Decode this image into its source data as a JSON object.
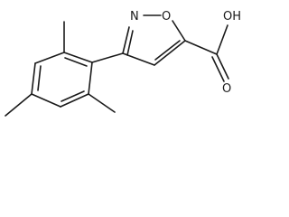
{
  "molecule": {
    "atoms": {
      "ring_n": "N",
      "ring_o": "O",
      "carbonyl_o": "O",
      "hydroxyl": "OH"
    }
  },
  "colors": {
    "bond": "#1a1a1a",
    "background": "#ffffff"
  }
}
